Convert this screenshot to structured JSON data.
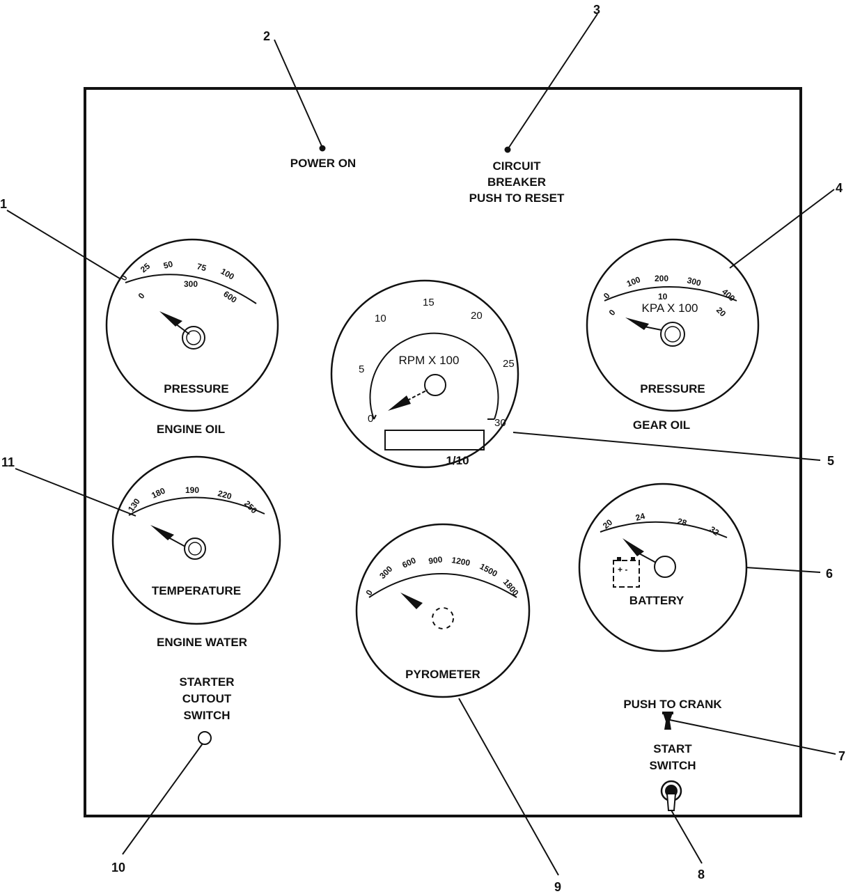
{
  "callouts": [
    "1",
    "2",
    "3",
    "4",
    "5",
    "6",
    "7",
    "8",
    "9",
    "10",
    "11"
  ],
  "panel": {
    "power_on": "POWER ON",
    "circuit_breaker": [
      "CIRCUIT",
      "BREAKER",
      "PUSH TO RESET"
    ],
    "starter_cutout": [
      "STARTER",
      "CUTOUT",
      "SWITCH"
    ],
    "push_to_crank": "PUSH TO CRANK",
    "start_switch": [
      "START",
      "SWITCH"
    ]
  },
  "gauges": {
    "engine_oil": {
      "face_label": "PRESSURE",
      "caption": "ENGINE OIL",
      "outer_ticks": [
        "0",
        "25",
        "50",
        "75",
        "100"
      ],
      "inner_ticks": [
        "0",
        "300",
        "600"
      ]
    },
    "gear_oil": {
      "face_label": "PRESSURE",
      "caption": "GEAR OIL",
      "unit": "KPA X 100",
      "outer_ticks": [
        "0",
        "100",
        "200",
        "300",
        "400"
      ],
      "inner_ticks": [
        "0",
        "10",
        "20"
      ]
    },
    "tachometer": {
      "unit": "RPM X 100",
      "ticks": [
        "0",
        "5",
        "10",
        "15",
        "20",
        "25",
        "30"
      ],
      "counter_label": "1/10"
    },
    "water_temp": {
      "face_label": "TEMPERATURE",
      "caption": "ENGINE WATER",
      "ticks": [
        "130",
        "180",
        "190",
        "220",
        "250"
      ]
    },
    "battery": {
      "face_label": "BATTERY",
      "ticks": [
        "20",
        "24",
        "28",
        "32"
      ],
      "battery_symbol": "+ -"
    },
    "pyrometer": {
      "face_label": "PYROMETER",
      "ticks": [
        "0",
        "300",
        "600",
        "900",
        "1200",
        "1500",
        "1800"
      ]
    }
  }
}
